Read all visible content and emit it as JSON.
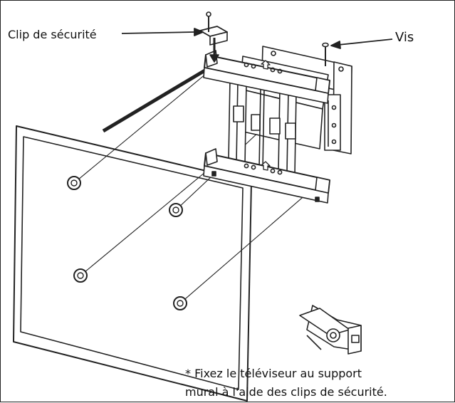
{
  "labels": {
    "clip": "Clip de sécurité",
    "screw": "Vis"
  },
  "note": {
    "line1": "* Fixez le téléviseur au support",
    "line2": "mural à l'aide des clips de sécurité."
  },
  "colors": {
    "line": "#222222",
    "background": "#ffffff"
  }
}
